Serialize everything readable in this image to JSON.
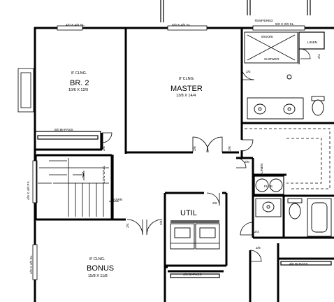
{
  "rooms": {
    "br2": {
      "clng": "8' CLNG.",
      "name": "BR. 2",
      "size": "10/6 X 12/0"
    },
    "master": {
      "clng": "8' CLNG.",
      "name": "MASTER",
      "size": "13/8 X 14/4"
    },
    "bonus": {
      "clng": "8' CLNG.",
      "name": "BONUS",
      "size": "15/8 X 11/8"
    },
    "util": {
      "name": "UTIL"
    }
  },
  "labels": {
    "win_br2_top": "4/0 X 4/0 SL.",
    "win_master_top": "5/0 X 4/0 SL.",
    "tempered": "TEMPERED",
    "win_bath_top": "5/0 X 2/0 SL.",
    "shower_size": "5/0X3/6",
    "shower": "SHOWER",
    "linen_top": "LINEN",
    "door_24_right": "2/4",
    "door_24_bath": "2/4",
    "bipass_br2": "5/0 BI-PASS",
    "door_26_br2": "2/6",
    "door_28_master": "2/8",
    "door_28_master_b": "2/8",
    "door_20": "2/0",
    "linen_mid": "LINEN",
    "flue": "FLUE",
    "low_wall": "LOW WALL",
    "down": "DOWN",
    "win_stair": "4/0 X 4/0 FX.",
    "door_26_util": "2/6",
    "door_24_hall_a": "2/4",
    "door_24_hall_b": "2/4",
    "door_24_bath2": "2/4",
    "door_26_bottom": "2/6",
    "bipass_bottom_right": "4/0 BI-PASS",
    "win_bonus": "4/0 X 4/0 SL.",
    "bipass_bonus": "4/0 BI-PASS"
  }
}
